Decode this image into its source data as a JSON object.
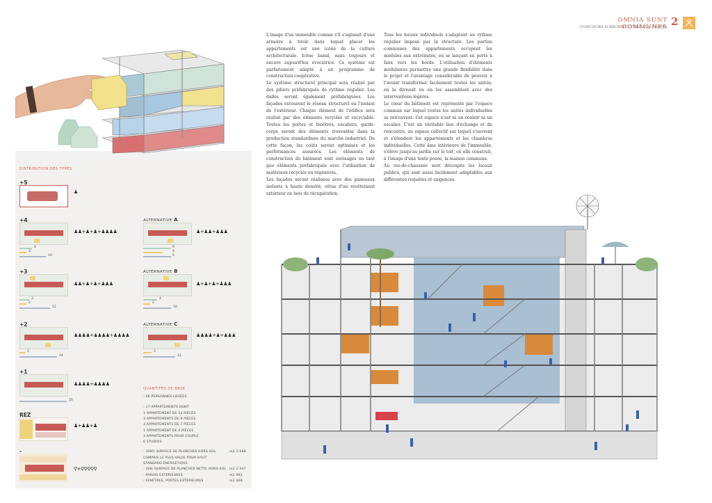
{
  "header": {
    "title": "OMNIA SUNT COMMUNES",
    "subtitle": "CONCOURS D'ARCHITECTURE «LA CIGUË»",
    "page_number": "2"
  },
  "distribution": {
    "title": "DISTRIBUTION DES TYPES",
    "levels": [
      {
        "label": "+5"
      },
      {
        "label": "+4",
        "bars": [
          "4",
          "2",
          "10"
        ]
      },
      {
        "label": "+3",
        "bars": [
          "3",
          "2",
          "12"
        ]
      },
      {
        "label": "+2",
        "bars": [
          "2",
          "14"
        ]
      },
      {
        "label": "+1",
        "bars": [
          "20"
        ]
      },
      {
        "label": "REZ"
      },
      {
        "label": "-"
      }
    ],
    "alternatives": [
      {
        "prefix": "ALTERNATIVE",
        "letter": "A",
        "bars": [
          "6",
          "4",
          "6"
        ]
      },
      {
        "prefix": "ALTERNATIVE",
        "letter": "B",
        "bars": [
          "4",
          "2",
          "10"
        ]
      },
      {
        "prefix": "ALTERNATIVE",
        "letter": "C",
        "bars": [
          "3",
          "12"
        ]
      }
    ]
  },
  "quantities": {
    "title": "QUANTITÉS DE BASE",
    "lines": [
      "- 66 PERSONNES LOGÉES",
      "- 17 APPARTEMENTS DONT",
      "  1 APPARTEMENT DE 12 PIÈCES",
      "  3 APPARTEMENTS DE 9 PIÈCES",
      "  3 APPARTEMENTS DE 7 PIÈCES",
      "  1 APPARTEMENT DE 6 PIÈCES",
      "  3 APPARTEMENTS POUR COUPLE",
      "  6 STUDIOS",
      "- (SBP) SURFACE DE PLANCHER HORS-SOL",
      "  COMPRIS LE PLUS-VALUE POUR HAUT",
      "  STANDARD ÉNERGÉTIQUE",
      "- (SN) SURFACE DE PLANCHER NETTE HORS-SOL",
      "- PAROIS EXTÉRIEURES",
      "- FENÊTRES, PORTES EXTÉRIEURES"
    ],
    "values": [
      {
        "line": 8,
        "text": "m2 2 688"
      },
      {
        "line": 11,
        "text": "m2 2 447"
      },
      {
        "line": 12,
        "text": "m2  992"
      },
      {
        "line": 13,
        "text": "m2  468"
      }
    ]
  },
  "text_col1": [
    "L'image d'un immeuble comme s'il s'agissait d'une armoire à tiroir dans lequel placer les appartements est une icône de la culture architecturale. Icône banal, mais toujours et encore aujourd'hui évocatrice. Ce système est parfaitement adapté à un programme de construction coopérative.",
    "Le système structurel principal sera réalisé par des piliers préfabriqués de rythme régulier. Les dalles seront également préfabriquées. Les façades entourent le réseau structurel en l'isolant de l'extérieur. Chaque élément de l'édifice sera réalisé par des éléments recyclés et recyclable. Toutes les portes et fenêtres, escaliers, garde-corps seront des éléments trouvables dans la production standardisée du marché industriel. De cette façon, les coûts seront optimisés et les performances assurées. Les éléments de construction du bâtiment sont envisagés en tant que éléments préfabriqués avec l'utilisation de matériaux recyclés ou régénérés.",
    "Les façades seront réalisées avec des panneaux isolants à haute densité, vêtus d'un revêtement extérieur en bois de récupération."
  ],
  "text_col2": [
    "Tous les locaux individuels s'adaptent au rythme régulier imposé par la structure. Les parties communes des appartements occupent les modules aux extrémités, en se lançant en porte à faux vers les bords. L'utilisation d'éléments modulaires permettra une grande flexibilité dans le projet et l'avantage considérable de pouvoir à l'avenir transformer facilement toutes les unités, en la divisant ou en les assemblant avec des interventions légères.",
    "Le cœur du bâtiment est représenté par l'espace commun sur lequel toutes les unités individuelles se retrouvent. Cet espace n'est ni un couloir ni un escalier. C'est un véritable lieu d'échange et de rencontre, un espace collectif sur lequel s'ouvrent et s'étendent les appartements et les chambres individuelles. Cette âme intérieure de l'immeuble, s'élève jusqu'au jardin sur le toit, où elle construit, à l'image d'une tente posée, la maison commune.",
    "Au rez-de-chaussée sont découpés les locaux publics, qui sont aussi facilement adaptables aux différentes requêtes et exigences."
  ],
  "colors": {
    "accent": "#d45a4a",
    "plan_green": "#c9dccb",
    "plan_red": "#c75a55",
    "plan_yellow": "#f0d27a",
    "bar_green": "#a9d1bd",
    "bar_yellow": "#efc96a",
    "bar_blue": "#aab7c9"
  }
}
